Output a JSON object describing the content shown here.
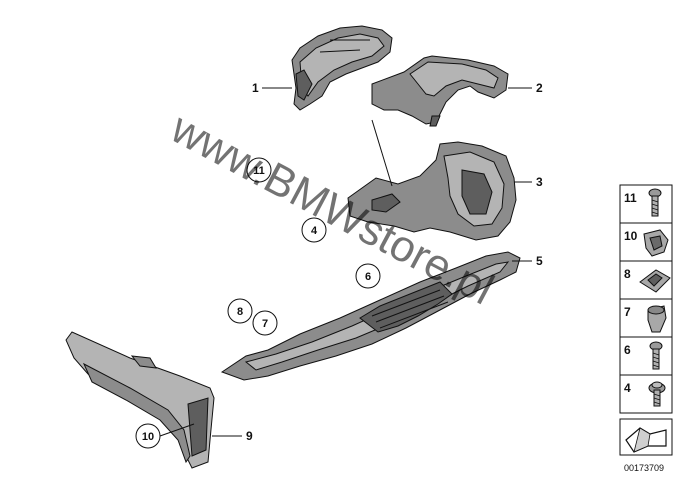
{
  "callouts": {
    "p1": "1",
    "p2": "2",
    "p3": "3",
    "p5": "5",
    "p9": "9"
  },
  "circled": {
    "c11": "11",
    "c4": "4",
    "c6": "6",
    "c8": "8",
    "c7": "7",
    "c10": "10"
  },
  "legend": {
    "items": [
      "11",
      "10",
      "8",
      "7",
      "6",
      "4"
    ]
  },
  "watermark": "www.BMWstore.pl",
  "doc_number": "00173709"
}
